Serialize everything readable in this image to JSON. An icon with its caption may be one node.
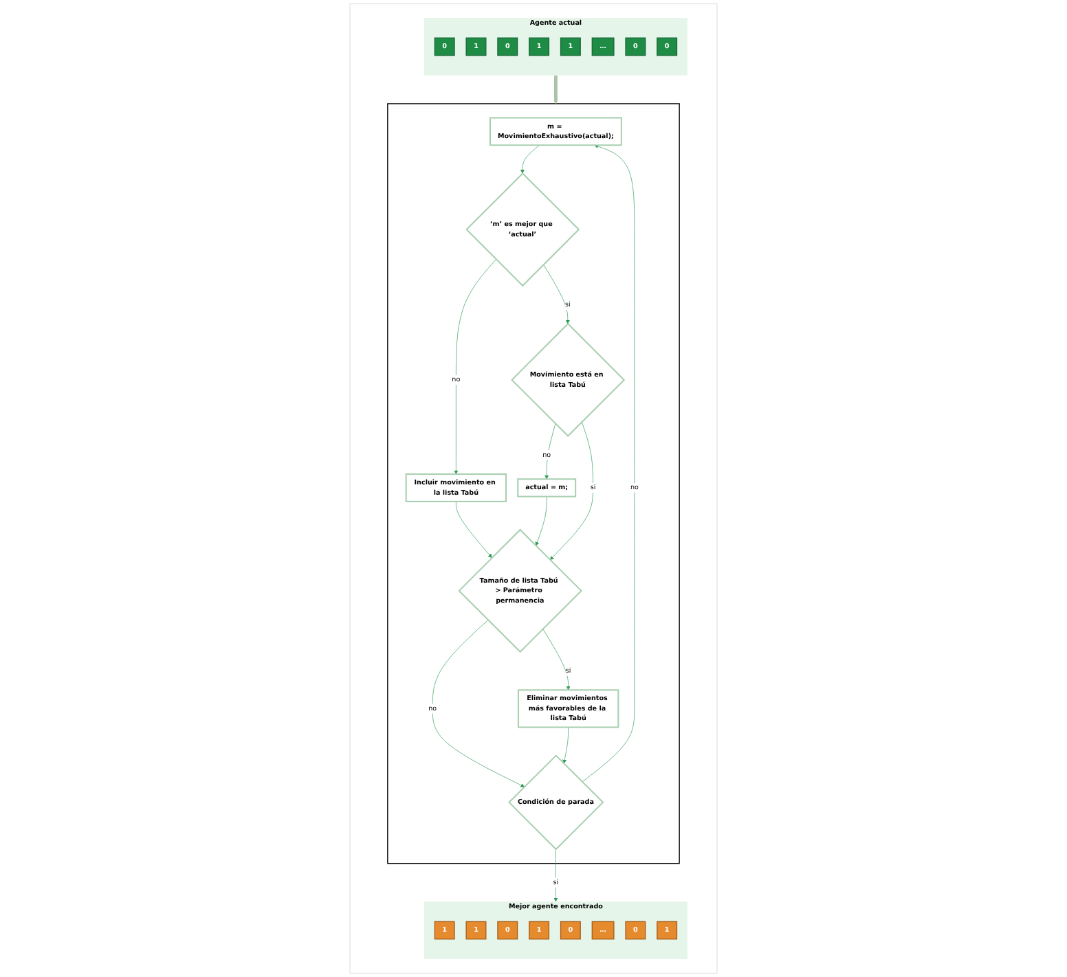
{
  "diagram": {
    "nodes": [
      {
        "text": [],
        "shape": "box"
      },
      {
        "text": [
          "Agente actual"
        ],
        "in": 0
      },
      {
        "text": [
          "0"
        ],
        "in": 1
      },
      {
        "text": [
          "1"
        ],
        "in": 1
      },
      {
        "text": [
          "0"
        ],
        "in": 1
      },
      {
        "text": [
          "1"
        ],
        "in": 1
      },
      {
        "text": [
          "1"
        ],
        "in": 1
      },
      {
        "text": [
          "…"
        ],
        "in": 1
      },
      {
        "text": [
          "0"
        ],
        "in": 1
      },
      {
        "text": [
          "0"
        ],
        "in": 1
      },
      {
        "text": [],
        "shape": "box",
        "in": 0
      },
      {
        "text": [
          "m = MovimientoExhaustivo(actual);"
        ],
        "in": 10
      },
      {
        "text": [
          "‘m’ es mejor que ‘actual’"
        ],
        "in": 10
      },
      {
        "text": [
          "Incluir movimiento en la lista Tabú"
        ],
        "in": 10
      },
      {
        "text": [
          "Movimiento está en lista Tabú"
        ],
        "in": 10
      },
      {
        "text": [
          "actual  = m;"
        ],
        "in": 10
      },
      {
        "text": [
          "Tamaño de lista Tabú > Parámetro permanencia"
        ],
        "in": 10
      },
      {
        "text": [
          "Eliminar movimientos más favorables de la lista Tabú"
        ],
        "in": 10
      },
      {
        "text": [
          "Condición de parada"
        ],
        "in": 10
      },
      {
        "text": [
          "Mejor agente encontrado"
        ],
        "in": 0
      },
      {
        "text": [
          "1"
        ],
        "in": 19
      },
      {
        "text": [
          "1"
        ],
        "in": 19
      },
      {
        "text": [
          "0"
        ],
        "in": 19
      },
      {
        "text": [
          "1"
        ],
        "in": 19
      },
      {
        "text": [
          "0"
        ],
        "in": 19
      },
      {
        "text": [
          "…"
        ],
        "in": 19
      },
      {
        "text": [
          "0"
        ],
        "in": 19
      },
      {
        "text": [
          "1"
        ],
        "in": 19
      }
    ],
    "edges": [
      {
        "from": 1,
        "to": 10,
        "arrow": "to",
        "style": "thick",
        "color": "#a9c4a9"
      },
      {
        "from": 11,
        "to": 12,
        "arrow": "to"
      },
      {
        "from": 12,
        "to": 13,
        "label": "no",
        "arrow": "to"
      },
      {
        "from": 12,
        "to": 14,
        "label": "si",
        "arrow": "to"
      },
      {
        "from": 14,
        "to": 15,
        "label": "no",
        "arrow": "to"
      },
      {
        "from": 13,
        "to": 16,
        "arrow": "to"
      },
      {
        "from": 15,
        "to": 16,
        "arrow": "to"
      },
      {
        "from": 14,
        "to": 16,
        "label": "si",
        "arrow": "to"
      },
      {
        "from": 16,
        "to": 17,
        "label": "si",
        "arrow": "to"
      },
      {
        "from": 16,
        "to": 18,
        "label": "no",
        "arrow": "to"
      },
      {
        "from": 17,
        "to": 18,
        "arrow": "to"
      },
      {
        "from": 18,
        "to": 11,
        "label": "no",
        "arrow": "to"
      },
      {
        "from": 18,
        "to": 19,
        "label": "si",
        "arrow": "to"
      }
    ]
  }
}
